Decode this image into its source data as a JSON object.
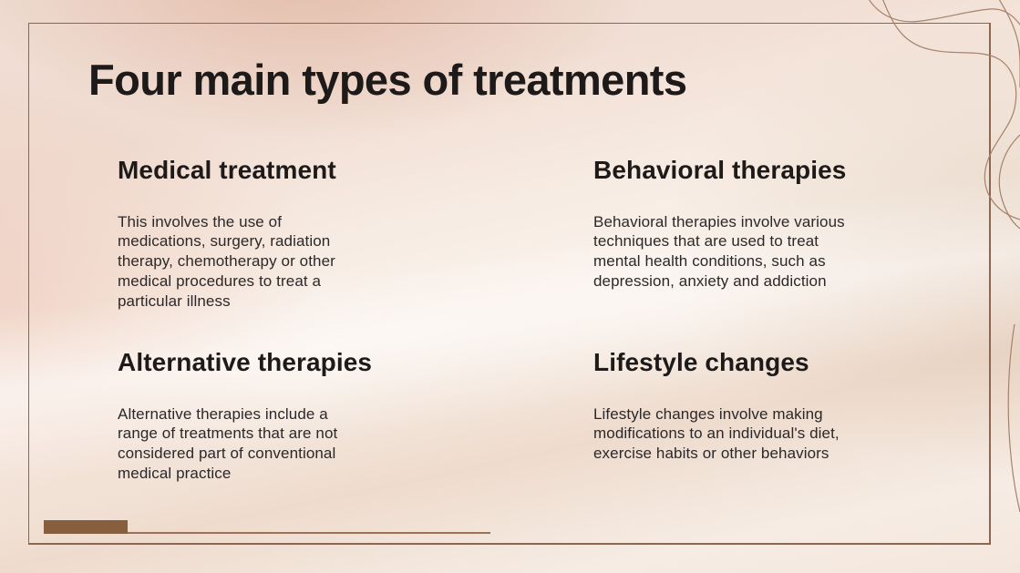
{
  "slide": {
    "title": "Four main types of treatments",
    "sections": [
      {
        "heading": "Medical treatment",
        "body": "This involves the use of\nmedications, surgery, radiation\ntherapy, chemotherapy or other\nmedical procedures to treat a\nparticular illness"
      },
      {
        "heading": "Behavioral therapies",
        "body": "Behavioral therapies involve various\ntechniques that are used to treat\nmental health conditions, such as\ndepression, anxiety and addiction"
      },
      {
        "heading": "Alternative therapies",
        "body": "Alternative therapies include a\nrange of treatments that are not\nconsidered part of conventional\nmedical practice"
      },
      {
        "heading": "Lifestyle changes",
        "body": "Lifestyle changes involve making\nmodifications to an individual's diet,\nexercise habits or other behaviors"
      }
    ]
  },
  "colors": {
    "heading_text": "#1d1a19",
    "body_text": "#2c2829",
    "frame_border": "#8d6550",
    "accent_bar": "#875f3f",
    "accent_line": "#9c7155",
    "decorative_stroke": "#a6826a",
    "background_base": "#f2e1d8",
    "background_peach": "#d8a086",
    "background_cream": "#f9f1ea"
  }
}
